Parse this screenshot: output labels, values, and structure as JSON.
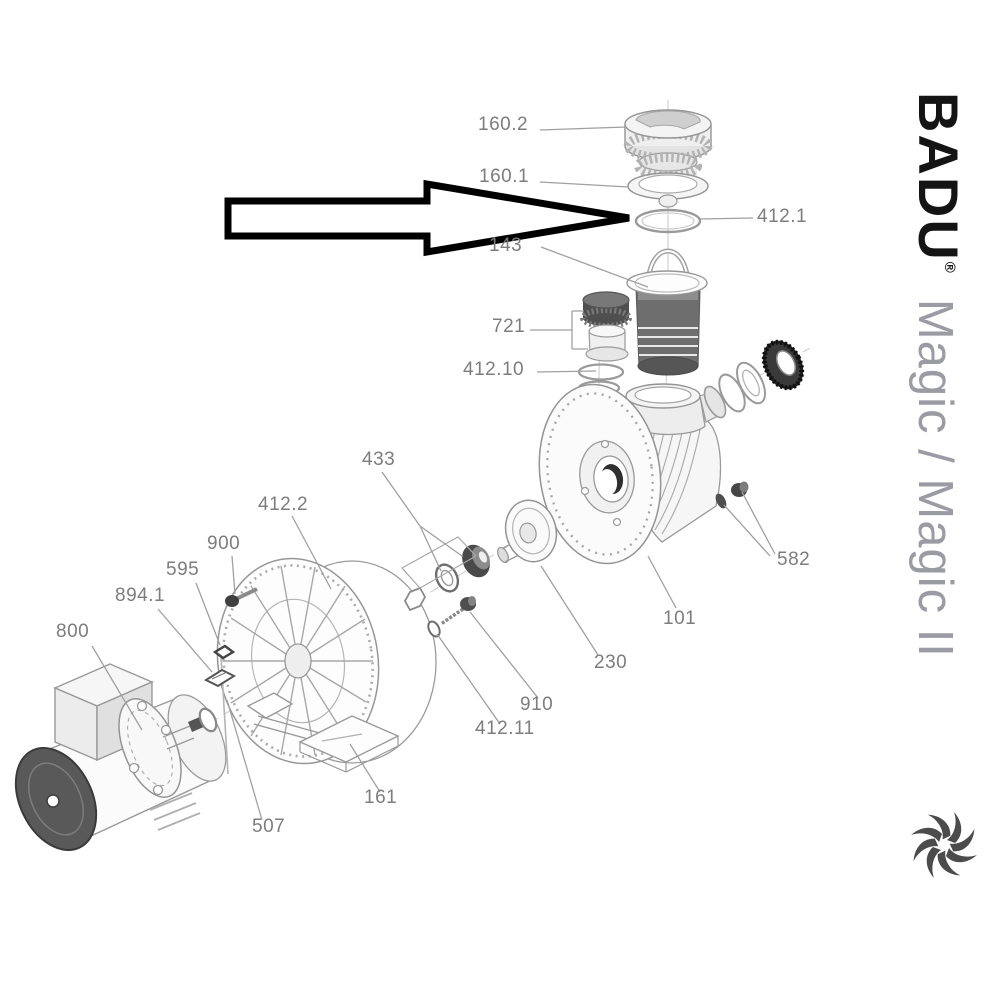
{
  "title": "BADU Magic / Magic II exploded parts diagram",
  "brand": {
    "name": "BADU",
    "registered": "®",
    "model": "Magic / Magic II"
  },
  "highlight_arrow": {
    "target_part_id": "412.1"
  },
  "icons": {
    "logo": "pinwheel-impeller-logo"
  },
  "colors": {
    "label_text": "#7d7d7d",
    "line_art": "#9a9a9a",
    "dark_part": "#4a4a4a",
    "arrow_fill": "#ffffff",
    "arrow_stroke": "#000000",
    "brand_name": "#141414",
    "brand_model": "#9b9ba3"
  },
  "part_labels": [
    {
      "id": "160.2"
    },
    {
      "id": "160.1"
    },
    {
      "id": "412.1"
    },
    {
      "id": "143"
    },
    {
      "id": "721"
    },
    {
      "id": "412.10"
    },
    {
      "id": "433"
    },
    {
      "id": "412.2"
    },
    {
      "id": "900"
    },
    {
      "id": "595"
    },
    {
      "id": "894.1"
    },
    {
      "id": "800"
    },
    {
      "id": "101"
    },
    {
      "id": "582"
    },
    {
      "id": "230"
    },
    {
      "id": "910"
    },
    {
      "id": "412.11"
    },
    {
      "id": "161"
    },
    {
      "id": "507"
    }
  ]
}
